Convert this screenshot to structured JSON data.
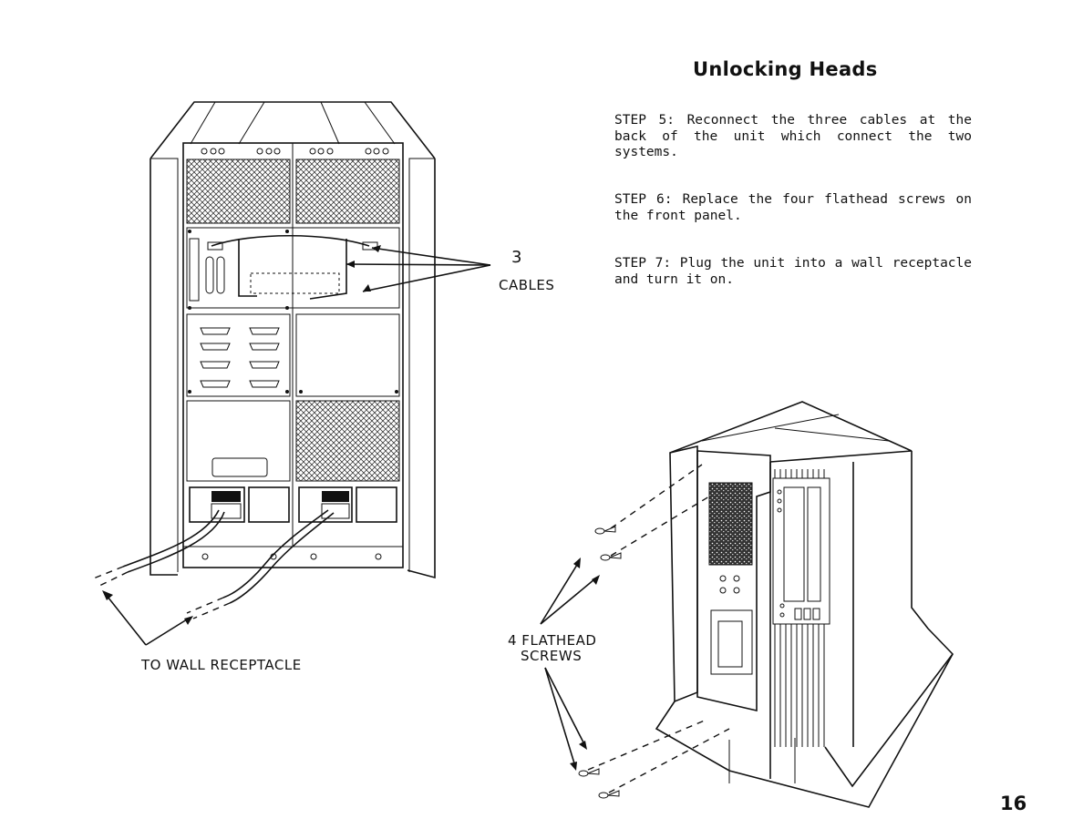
{
  "page": {
    "title": "Unlocking Heads",
    "page_number": "16"
  },
  "steps": [
    {
      "text": "STEP 5:  Reconnect the three  cables  at  the back  of  the  unit  which  connect  the  two systems."
    },
    {
      "text": "STEP 6:  Replace the four flathead screws  on the front panel."
    },
    {
      "text": "STEP 7:  Plug the unit into a wall receptacle and turn it on."
    }
  ],
  "rear_figure": {
    "cable_count": "3",
    "cable_label": "CABLES",
    "receptacle_label": "TO WALL RECEPTACLE"
  },
  "front_figure": {
    "screws_label_line1": "4  FLATHEAD",
    "screws_label_line2": "SCREWS"
  }
}
